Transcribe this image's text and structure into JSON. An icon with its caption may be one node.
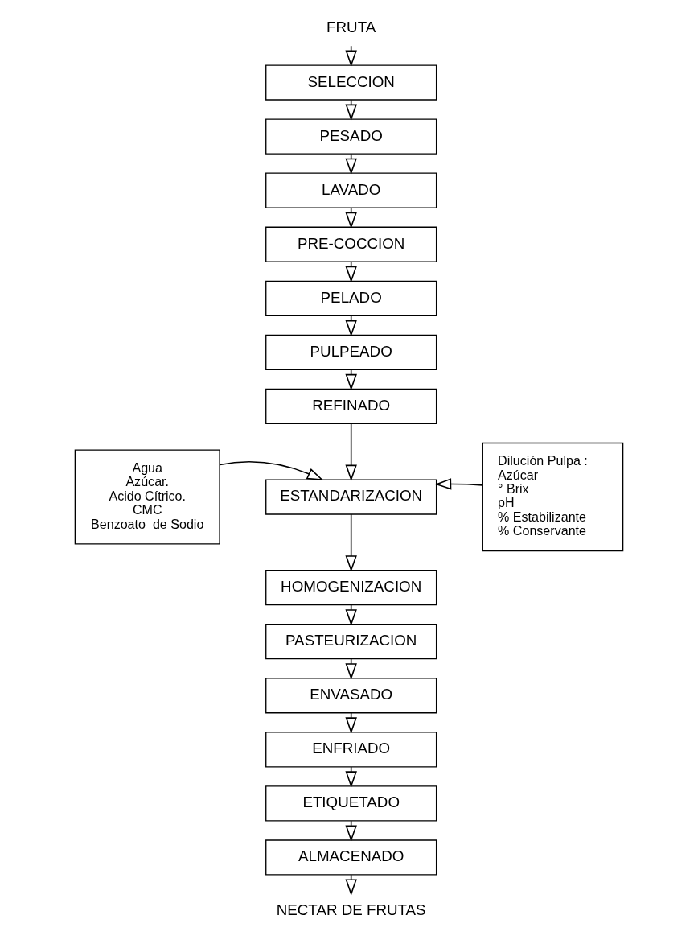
{
  "diagram": {
    "nodes": [
      {
        "text": [
          "FRUTA"
        ]
      },
      {
        "text": [
          "SELECCION"
        ]
      },
      {
        "text": [
          "PESADO"
        ]
      },
      {
        "text": [
          "LAVADO"
        ]
      },
      {
        "text": [
          "PRE-COCCION"
        ]
      },
      {
        "text": [
          "PELADO"
        ]
      },
      {
        "text": [
          "PULPEADO"
        ]
      },
      {
        "text": [
          "REFINADO"
        ]
      },
      {
        "text": [
          "ESTANDARIZACION"
        ]
      },
      {
        "text": [
          "HOMOGENIZACION"
        ]
      },
      {
        "text": [
          "PASTEURIZACION"
        ]
      },
      {
        "text": [
          "ENVASADO"
        ]
      },
      {
        "text": [
          "ENFRIADO"
        ]
      },
      {
        "text": [
          "ETIQUETADO"
        ]
      },
      {
        "text": [
          "ALMACENADO"
        ]
      },
      {
        "text": [
          "NECTAR DE FRUTAS"
        ]
      },
      {
        "text": [
          "Agua",
          "Azúcar.",
          "Acido Cítrico.",
          "CMC",
          "Benzoato  de Sodio"
        ]
      },
      {
        "text": [
          "Dilución Pulpa :",
          "Azúcar",
          "° Brix",
          "pH",
          "% Estabilizante",
          "% Conservante"
        ]
      }
    ],
    "edges": [
      {
        "from": 0,
        "to": 1,
        "arrow": "to"
      },
      {
        "from": 1,
        "to": 2,
        "arrow": "to"
      },
      {
        "from": 2,
        "to": 3,
        "arrow": "to"
      },
      {
        "from": 3,
        "to": 4,
        "arrow": "to"
      },
      {
        "from": 4,
        "to": 5,
        "arrow": "to"
      },
      {
        "from": 5,
        "to": 6,
        "arrow": "to"
      },
      {
        "from": 6,
        "to": 7,
        "arrow": "to"
      },
      {
        "from": 7,
        "to": 8,
        "arrow": "to"
      },
      {
        "from": 8,
        "to": 9,
        "arrow": "to"
      },
      {
        "from": 9,
        "to": 10,
        "arrow": "to"
      },
      {
        "from": 10,
        "to": 11,
        "arrow": "to"
      },
      {
        "from": 11,
        "to": 12,
        "arrow": "to"
      },
      {
        "from": 12,
        "to": 13,
        "arrow": "to"
      },
      {
        "from": 13,
        "to": 14,
        "arrow": "to"
      },
      {
        "from": 14,
        "to": 15,
        "arrow": "to"
      },
      {
        "from": 16,
        "to": 8,
        "arrow": "to"
      },
      {
        "from": 17,
        "to": 8,
        "arrow": "to"
      }
    ]
  }
}
